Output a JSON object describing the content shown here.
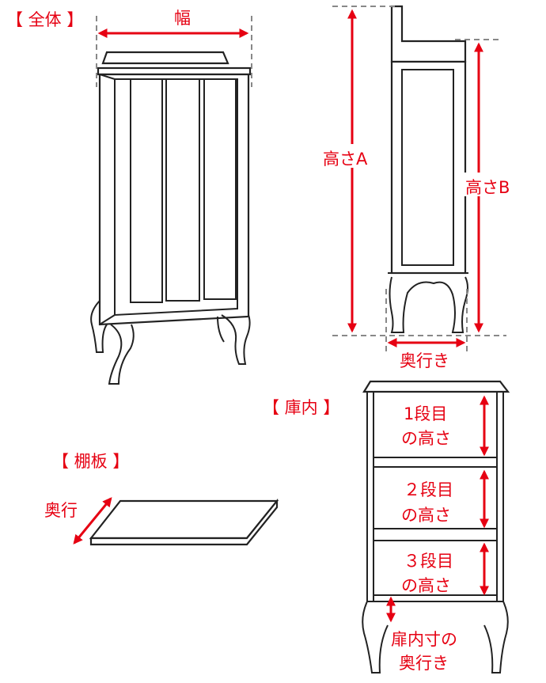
{
  "sections": {
    "overall": "【 全体 】",
    "interior": "【 庫内 】",
    "shelf": "【 棚板 】"
  },
  "labels": {
    "width": "幅",
    "height_a": "高さA",
    "height_b": "高さB",
    "depth": "奥行き",
    "tier1_a": "1段目",
    "tier1_b": "の高さ",
    "tier2_a": "２段目",
    "tier2_b": "の高さ",
    "tier3_a": "３段目",
    "tier3_b": "の高さ",
    "door_depth_a": "扉内寸の",
    "door_depth_b": "奥行き",
    "shelf_depth": "奥行"
  },
  "colors": {
    "accent": "#e60012",
    "line": "#222222"
  }
}
